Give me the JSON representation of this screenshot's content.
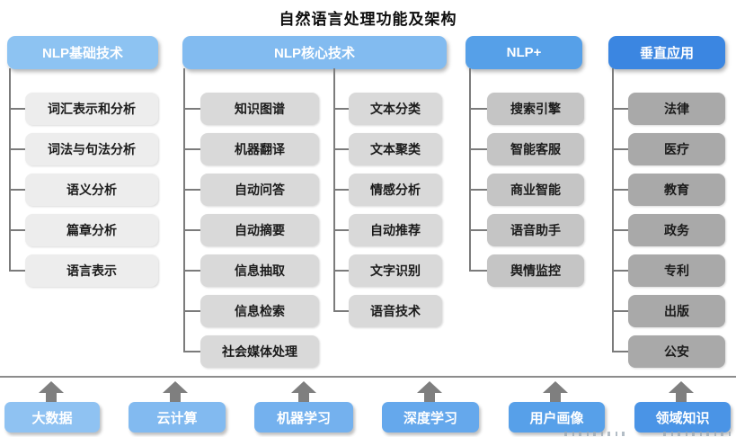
{
  "title": "自然语言处理功能及架构",
  "columns": [
    {
      "header": "NLP基础技术",
      "header_bg": "#8dc3f2",
      "item_bg": "#ededed",
      "items": [
        "词汇表示和分析",
        "词法与句法分析",
        "语义分析",
        "篇章分析",
        "语言表示"
      ]
    },
    {
      "header": "NLP核心技术",
      "header_bg": "#82bbf0",
      "item_bg": "#d9d9d9",
      "left": [
        "知识图谱",
        "机器翻译",
        "自动问答",
        "自动摘要",
        "信息抽取",
        "信息检索",
        "社会媒体处理"
      ],
      "right": [
        "文本分类",
        "文本聚类",
        "情感分析",
        "自动推荐",
        "文字识别",
        "语音技术"
      ]
    },
    {
      "header": "NLP+",
      "header_bg": "#56a0e8",
      "item_bg": "#c5c5c5",
      "items": [
        "搜索引擎",
        "智能客服",
        "商业智能",
        "语音助手",
        "舆情监控"
      ]
    },
    {
      "header": "垂直应用",
      "header_bg": "#3b86e1",
      "item_bg": "#a9a9a9",
      "items": [
        "法律",
        "医疗",
        "教育",
        "政务",
        "专利",
        "出版",
        "公安"
      ]
    }
  ],
  "foundation": [
    {
      "label": "大数据",
      "bg": "#8fc2f2"
    },
    {
      "label": "云计算",
      "bg": "#82baf0"
    },
    {
      "label": "机器学习",
      "bg": "#74b1ee"
    },
    {
      "label": "深度学习",
      "bg": "#65a8ec"
    },
    {
      "label": "用户画像",
      "bg": "#57a0e9"
    },
    {
      "label": "领域知识",
      "bg": "#4a94e6"
    }
  ],
  "colors": {
    "connector_line": "#7b7b7b",
    "separator_line": "#8c8c8c",
    "arrow": "#7f7f7f",
    "header_text": "#ffffff",
    "item_text": "#1b1b1b",
    "title_text": "#0d0d0d"
  }
}
